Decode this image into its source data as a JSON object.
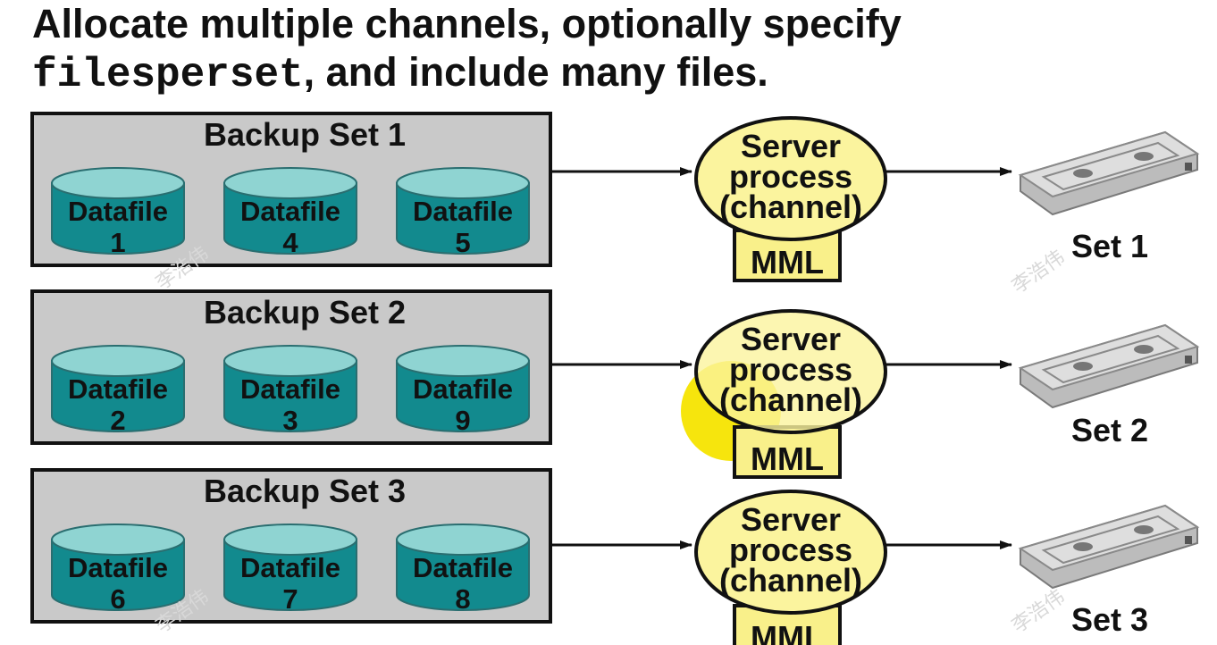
{
  "title": {
    "line1": "Allocate multiple channels, optionally specify",
    "keyword": "filesperset",
    "line2_rest": ", and include many files."
  },
  "backup_sets": [
    {
      "label": "Backup Set 1",
      "datafiles": [
        "1",
        "4",
        "5"
      ]
    },
    {
      "label": "Backup Set 2",
      "datafiles": [
        "2",
        "3",
        "9"
      ]
    },
    {
      "label": "Backup Set 3",
      "datafiles": [
        "6",
        "7",
        "8"
      ]
    }
  ],
  "datafile_word": "Datafile",
  "server_process": {
    "line1": "Server",
    "line2": "process",
    "line3": "(channel)"
  },
  "mml_label": "MML",
  "tapes": [
    "Set 1",
    "Set 2",
    "Set 3"
  ],
  "watermark_text": "李浩伟",
  "colors": {
    "backup_box_fill": "#c9c9c9",
    "cylinder_body": "#128a8e",
    "cylinder_top": "#8fd4d2",
    "process_fill": "#fbf49e",
    "mml_fill": "#f9f08a",
    "cursor_highlight": "#f5e400",
    "tape_fill": "#dedede"
  }
}
